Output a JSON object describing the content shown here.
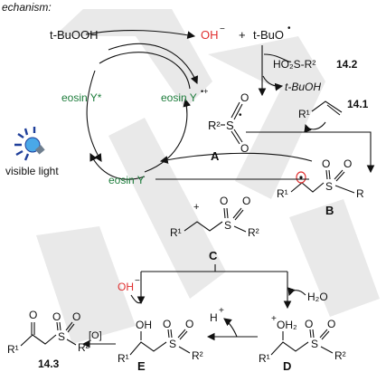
{
  "header": {
    "title_fragment": "echanism:"
  },
  "reagents": {
    "tbuooh": "t-BuOOH",
    "hydroxide": "OH",
    "hydroxide_charge": "−",
    "plus": "+",
    "tbuo_radical": "t-BuO",
    "sulfinic_acid": "HO₂S-R²",
    "sulfinic_acid_num": "14.2",
    "tbuoh": "t-BuOH",
    "alkene_num": "14.1",
    "water": "H₂O",
    "proton": "H",
    "proton_charge": "+",
    "oxidant": "[O]",
    "hydroxide_2": "OH",
    "hydroxide_2_charge": "−"
  },
  "catalysis": {
    "excited": "eosin Y*",
    "radical_cation": "eosin Y",
    "radical_cation_charge": "•+",
    "ground": "eosin Y",
    "light": "visible light"
  },
  "labels": {
    "A": "A",
    "B": "B",
    "C": "C",
    "D": "D",
    "E": "E",
    "product": "14.3"
  },
  "atoms": {
    "R": "R",
    "R1": "R¹",
    "R2": "R²",
    "S": "S",
    "O": "O",
    "OH": "OH",
    "OH2": "OH₂",
    "plus": "+",
    "dot": "•"
  },
  "colors": {
    "catalyst": "#1e7d3c",
    "hydroxide": "#e03030",
    "bulb": "#4aa8e8",
    "rays": "#1f3f9a"
  }
}
